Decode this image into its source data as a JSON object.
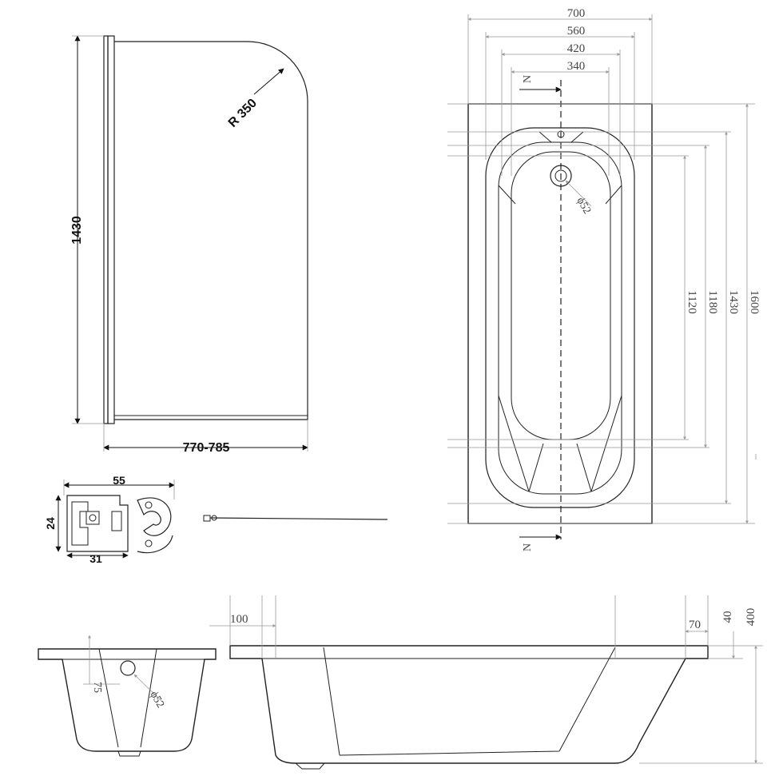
{
  "screen_panel": {
    "height_label": "1430",
    "width_label": "770-785",
    "radius_label": "R 350"
  },
  "profile": {
    "width_label": "55",
    "height_label": "24",
    "depth_label": "31"
  },
  "plan_view": {
    "top_dims": [
      "700",
      "560",
      "420",
      "340"
    ],
    "right_dims": [
      "1120",
      "1180",
      "1430",
      "1600"
    ],
    "drain_label": "ϕ52",
    "section_marker": "N"
  },
  "end_section": {
    "drain_label": "ϕ52",
    "height_label": "75"
  },
  "side_section": {
    "labels": [
      "100",
      "70",
      "40",
      "400"
    ]
  }
}
